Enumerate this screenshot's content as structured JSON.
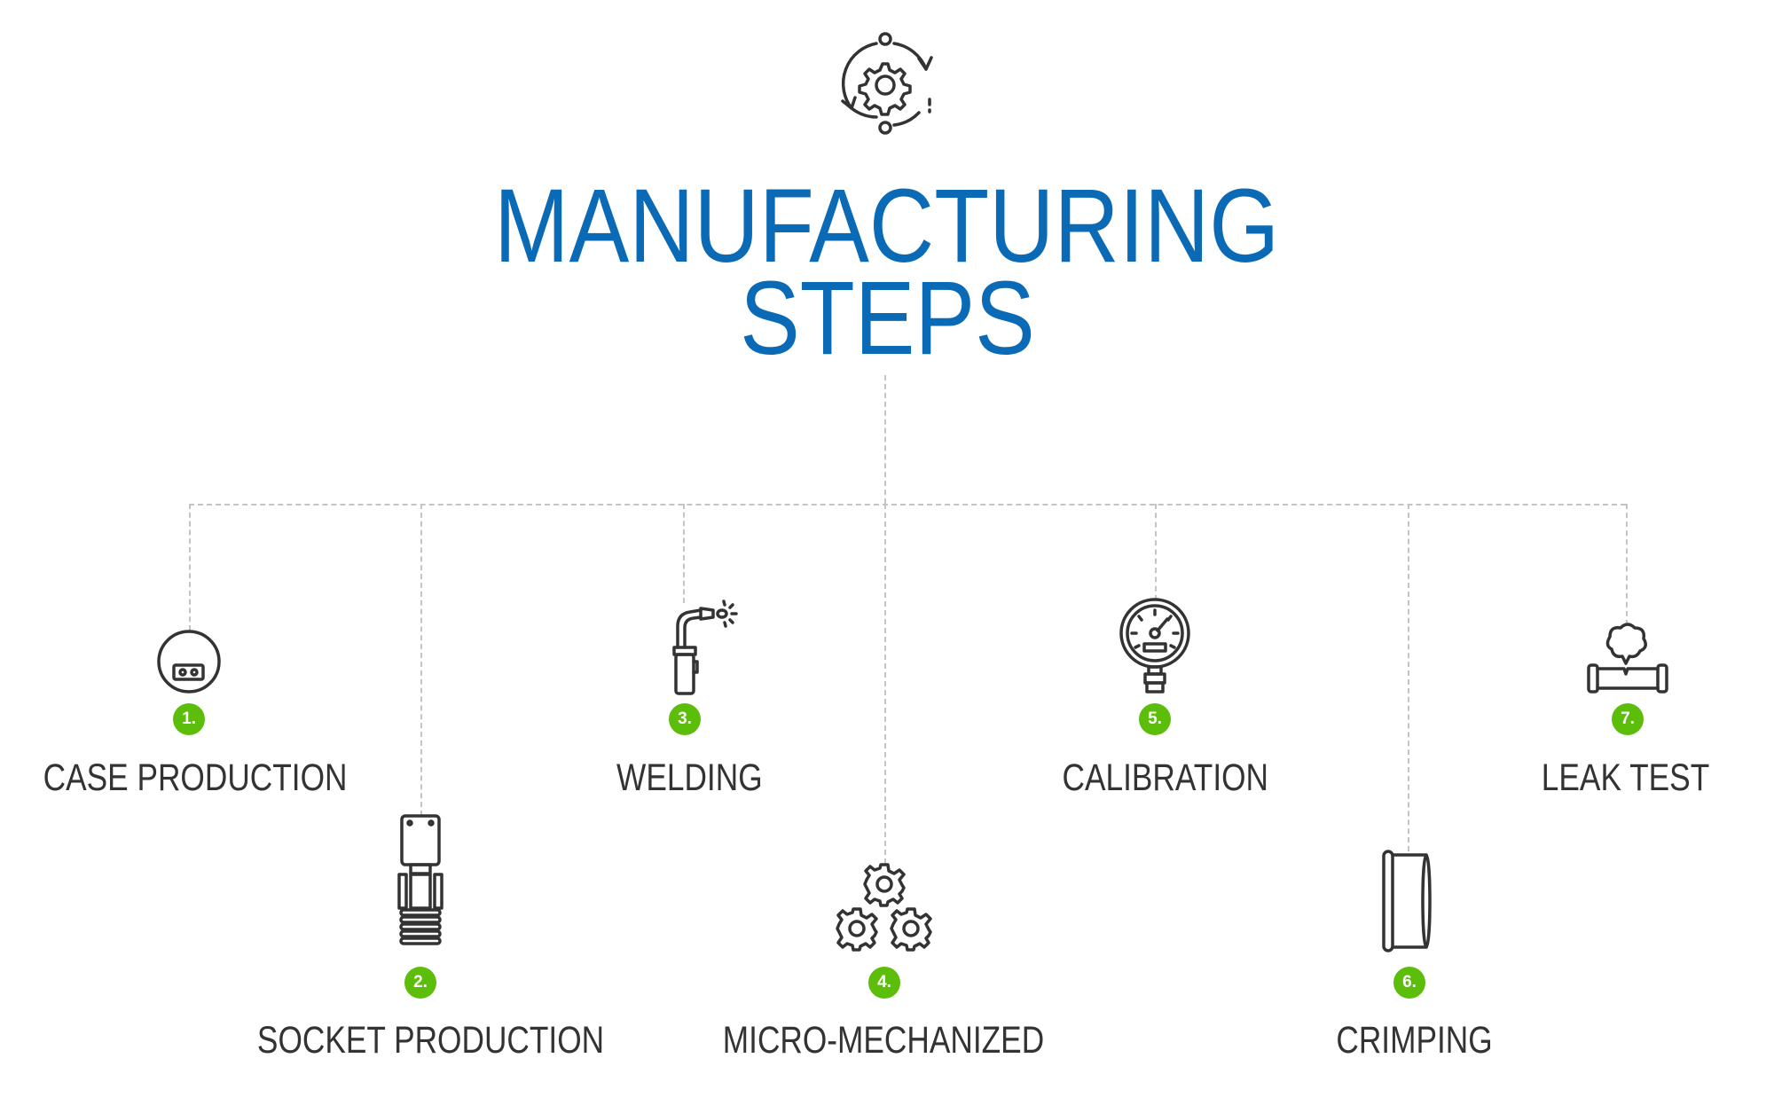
{
  "header": {
    "icon": "gear-cycle-icon",
    "title_line1": "MANUFACTURING",
    "title_line2": "STEPS"
  },
  "colors": {
    "title": "#0a6ab5",
    "badge": "#5cbd0b",
    "text": "#333333",
    "connector": "#c4c4c4"
  },
  "steps": [
    {
      "number": "1.",
      "label": "CASE PRODUCTION",
      "icon": "case-icon"
    },
    {
      "number": "2.",
      "label": "SOCKET PRODUCTION",
      "icon": "socket-icon"
    },
    {
      "number": "3.",
      "label": "WELDING",
      "icon": "welding-torch-icon"
    },
    {
      "number": "4.",
      "label": "MICRO-MECHANIZED",
      "icon": "gears-icon"
    },
    {
      "number": "5.",
      "label": "CALIBRATION",
      "icon": "pressure-gauge-icon"
    },
    {
      "number": "6.",
      "label": "CRIMPING",
      "icon": "crimp-ring-icon"
    },
    {
      "number": "7.",
      "label": "LEAK TEST",
      "icon": "leaking-pipe-icon"
    }
  ]
}
